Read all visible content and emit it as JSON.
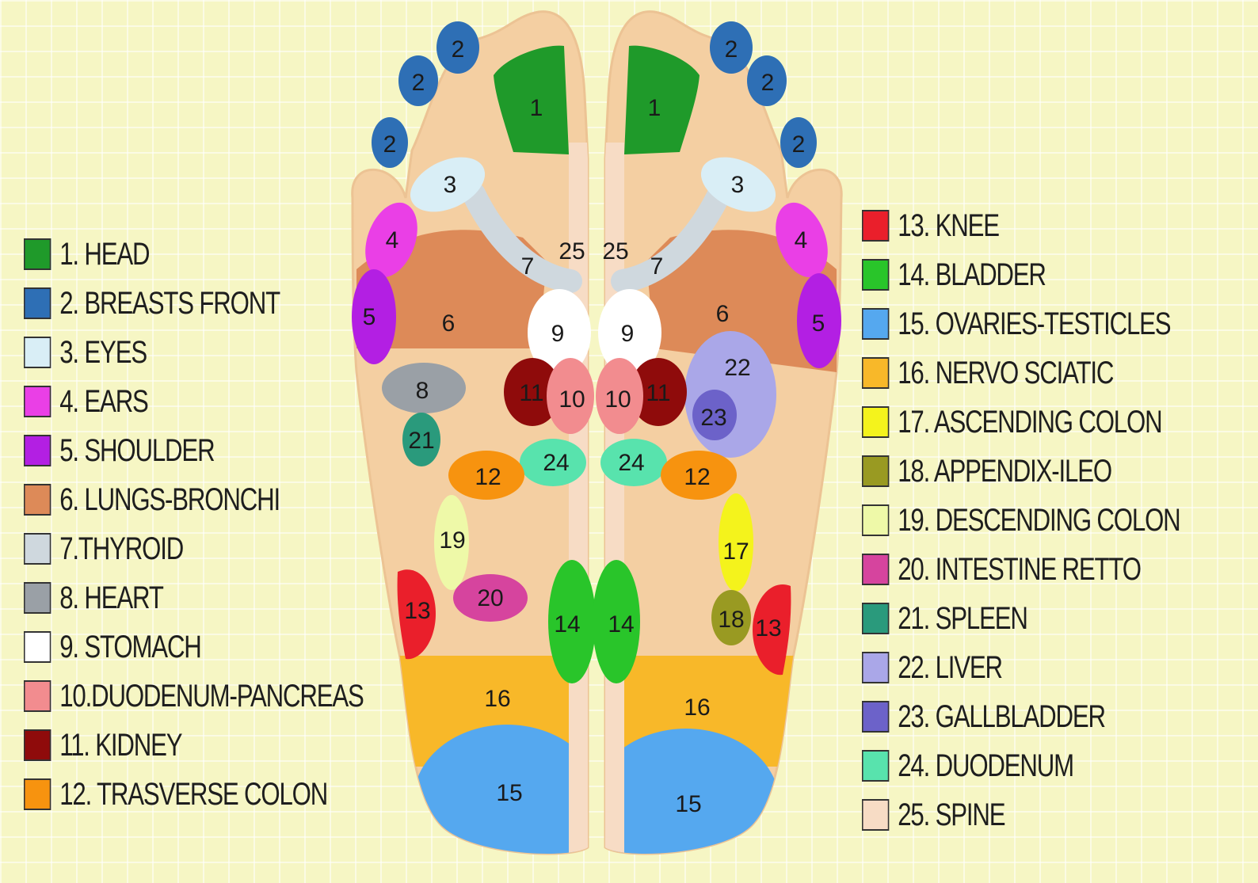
{
  "colors": {
    "background": "#f6f6c4",
    "skin": "#f4cfa2",
    "spine": "#f5dcc8",
    "skin_outline": "#e8c095"
  },
  "zones": [
    {
      "id": 1,
      "name": "HEAD",
      "color": "#1f9a2a"
    },
    {
      "id": 2,
      "name": "BREASTS FRONT",
      "color": "#2e6fb5"
    },
    {
      "id": 3,
      "name": "EYES",
      "color": "#d9eef6"
    },
    {
      "id": 4,
      "name": "EARS",
      "color": "#ea3fe6"
    },
    {
      "id": 5,
      "name": "SHOULDER",
      "color": "#b31fe3"
    },
    {
      "id": 6,
      "name": "LUNGS-BRONCHI",
      "color": "#dd8a58"
    },
    {
      "id": 7,
      "name": "THYROID",
      "color": "#cfd8de"
    },
    {
      "id": 8,
      "name": "HEART",
      "color": "#9aa0a6"
    },
    {
      "id": 9,
      "name": "STOMACH",
      "color": "#ffffff"
    },
    {
      "id": 10,
      "name": "DUODENUM-PANCREAS",
      "color": "#f28c8f"
    },
    {
      "id": 11,
      "name": "KIDNEY",
      "color": "#8f0b0b"
    },
    {
      "id": 12,
      "name": "TRASVERSE COLON",
      "color": "#f7930f"
    },
    {
      "id": 13,
      "name": "KNEE",
      "color": "#ea1f2b"
    },
    {
      "id": 14,
      "name": "BLADDER",
      "color": "#29c52a"
    },
    {
      "id": 15,
      "name": "OVARIES-TESTICLES",
      "color": "#55a8ef"
    },
    {
      "id": 16,
      "name": "NERVO SCIATIC",
      "color": "#f8b829"
    },
    {
      "id": 17,
      "name": "ASCENDING COLON",
      "color": "#f4f31c"
    },
    {
      "id": 18,
      "name": "APPENDIX-ILEO",
      "color": "#999a22"
    },
    {
      "id": 19,
      "name": "DESCENDING COLON",
      "color": "#eef9a8"
    },
    {
      "id": 20,
      "name": "INTESTINE RETTO",
      "color": "#d6449e"
    },
    {
      "id": 21,
      "name": "SPLEEN",
      "color": "#2a9a7c"
    },
    {
      "id": 22,
      "name": "LIVER",
      "color": "#aaa7e8"
    },
    {
      "id": 23,
      "name": "GALLBLADDER",
      "color": "#6c62c9"
    },
    {
      "id": 24,
      "name": "DUODENUM",
      "color": "#58e3ad"
    },
    {
      "id": 25,
      "name": "SPINE",
      "color": "#f7dcc5"
    }
  ],
  "legend_left": [
    "1. HEAD",
    "2. BREASTS FRONT",
    "3. EYES",
    "4. EARS",
    "5. SHOULDER",
    "6. LUNGS-BRONCHI",
    "7.THYROID",
    "8. HEART",
    "9. STOMACH",
    "10.DUODENUM-PANCREAS",
    "11. KIDNEY",
    "12. TRASVERSE COLON"
  ],
  "legend_right": [
    "13. KNEE",
    "14. BLADDER",
    "15. OVARIES-TESTICLES",
    "16. NERVO SCIATIC",
    "17. ASCENDING COLON",
    "18. APPENDIX-ILEO",
    "19. DESCENDING COLON",
    "20. INTESTINE RETTO",
    "21. SPLEEN",
    "22. LIVER",
    "23. GALLBLADDER",
    "24. DUODENUM",
    "25. SPINE"
  ]
}
